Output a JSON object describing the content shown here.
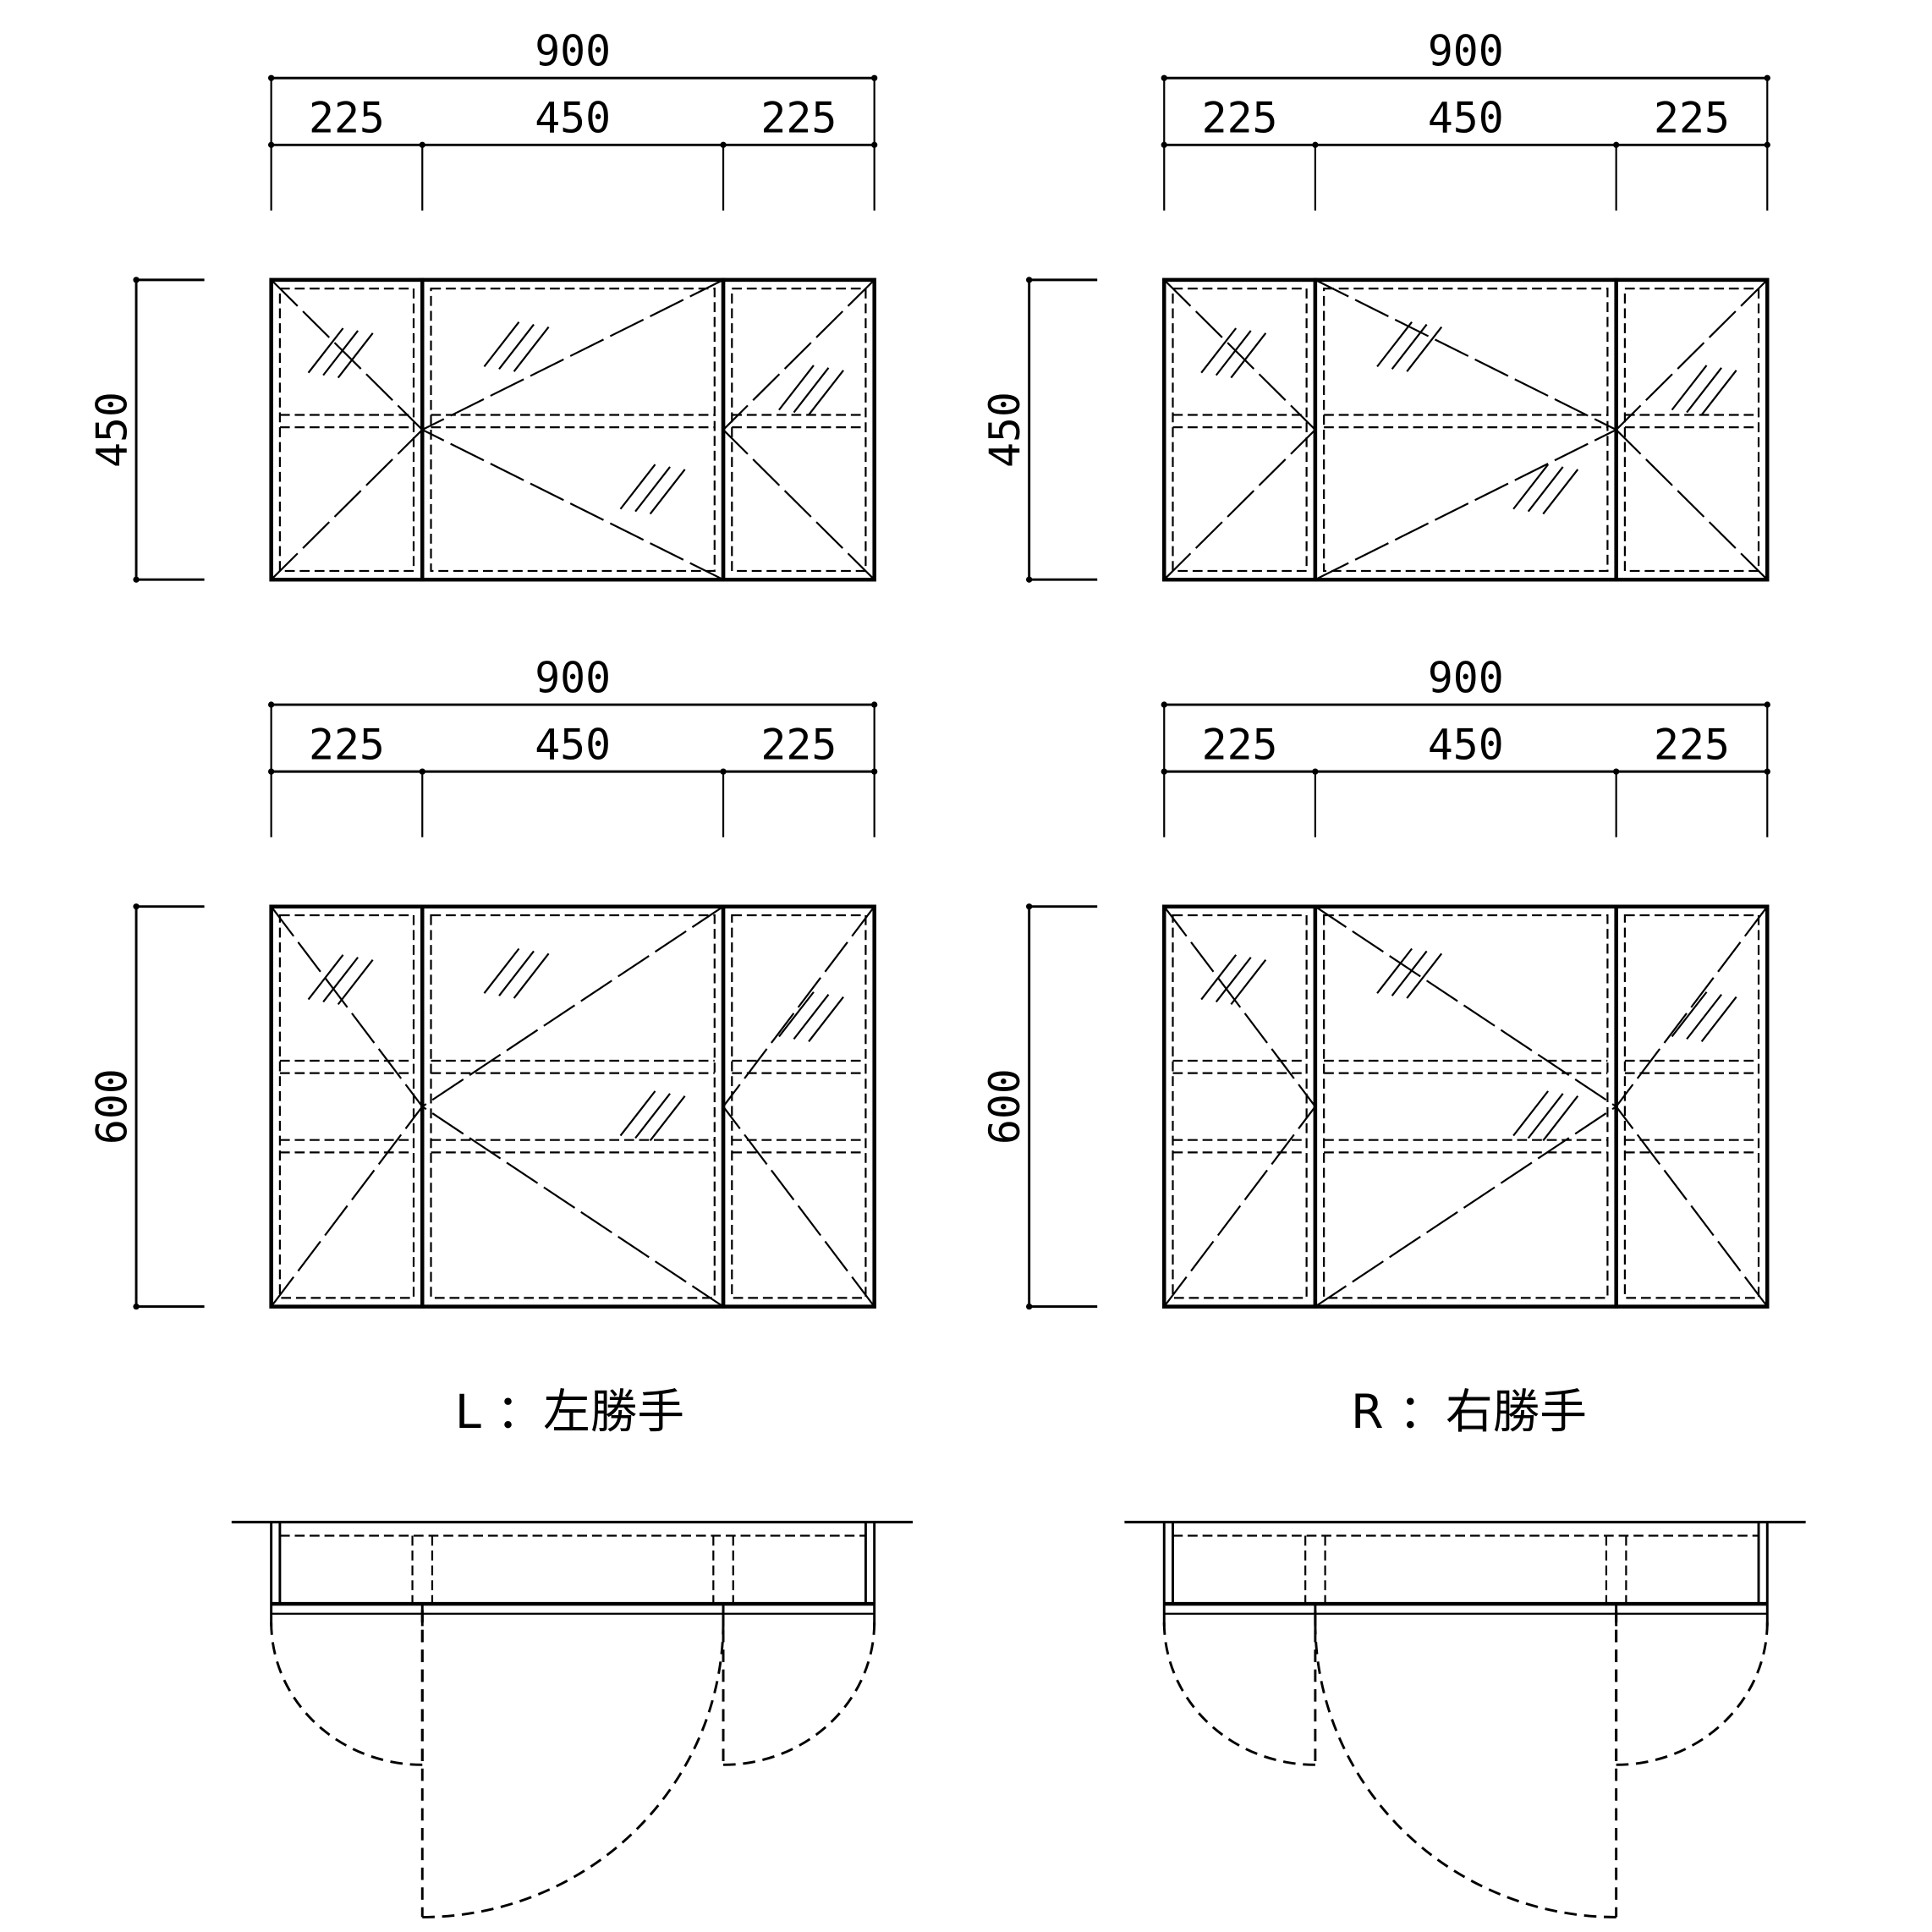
{
  "colors": {
    "ink": "#000000",
    "background": "#ffffff"
  },
  "elevations": [
    {
      "id": "top-left",
      "hand": "L",
      "total_width": "900",
      "segments": [
        "225",
        "450",
        "225"
      ],
      "height": "450"
    },
    {
      "id": "top-right",
      "hand": "R",
      "total_width": "900",
      "segments": [
        "225",
        "450",
        "225"
      ],
      "height": "450"
    },
    {
      "id": "bottom-left",
      "hand": "L",
      "total_width": "900",
      "segments": [
        "225",
        "450",
        "225"
      ],
      "height": "600"
    },
    {
      "id": "bottom-right",
      "hand": "R",
      "total_width": "900",
      "segments": [
        "225",
        "450",
        "225"
      ],
      "height": "600"
    }
  ],
  "captions": {
    "left": "L ：左勝手",
    "right": "R ：右勝手"
  }
}
